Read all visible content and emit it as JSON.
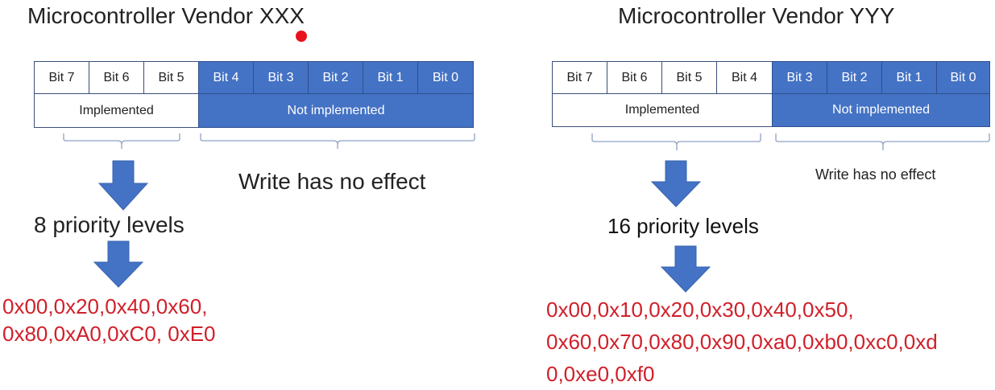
{
  "left": {
    "title": "Microcontroller Vendor XXX",
    "bits": [
      "Bit 7",
      "Bit 6",
      "Bit 5",
      "Bit 4",
      "Bit 3",
      "Bit 2",
      "Bit 1",
      "Bit 0"
    ],
    "implemented_label": "Implemented",
    "not_implemented_label": "Not implemented",
    "note": "Write has no effect",
    "levels": "8 priority levels",
    "values_line1": "0x00,0x20,0x40,0x60,",
    "values_line2": "0x80,0xA0,0xC0, 0xE0"
  },
  "right": {
    "title": "Microcontroller Vendor YYY",
    "bits": [
      "Bit 7",
      "Bit 6",
      "Bit 5",
      "Bit 4",
      "Bit 3",
      "Bit 2",
      "Bit 1",
      "Bit 0"
    ],
    "implemented_label": "Implemented",
    "not_implemented_label": "Not implemented",
    "note": "Write has no effect",
    "levels": "16 priority levels",
    "values_line1": "0x00,0x10,0x20,0x30,0x40,0x50,",
    "values_line2": "0x60,0x70,0x80,0x90,0xa0,0xb0,0xc0,0xd",
    "values_line3": "0,0xe0,0xf0"
  },
  "colors": {
    "blue": "#4472c4",
    "red": "#d0202a",
    "marker": "#e8111c"
  }
}
